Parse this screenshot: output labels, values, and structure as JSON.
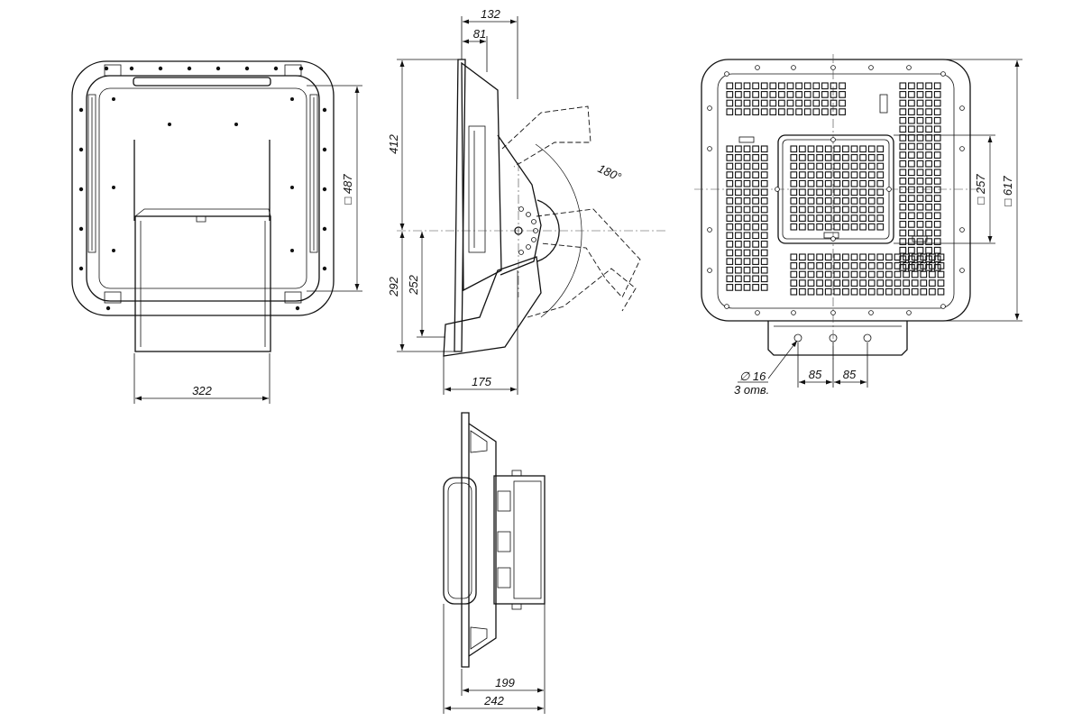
{
  "views": {
    "front": {
      "width_322": "322",
      "square_487": "□ 487"
    },
    "side": {
      "top_132": "132",
      "top_81": "81",
      "height_412": "412",
      "height_292": "292",
      "height_252": "252",
      "bottom_175": "175",
      "angle_180": "180°"
    },
    "top": {
      "square_617": "□ 617",
      "square_257": "□ 257",
      "hole_dia": "∅ 16",
      "hole_count": "3 отв.",
      "pitch_a": "85",
      "pitch_b": "85"
    },
    "bottom": {
      "depth_199": "199",
      "depth_242": "242"
    }
  }
}
